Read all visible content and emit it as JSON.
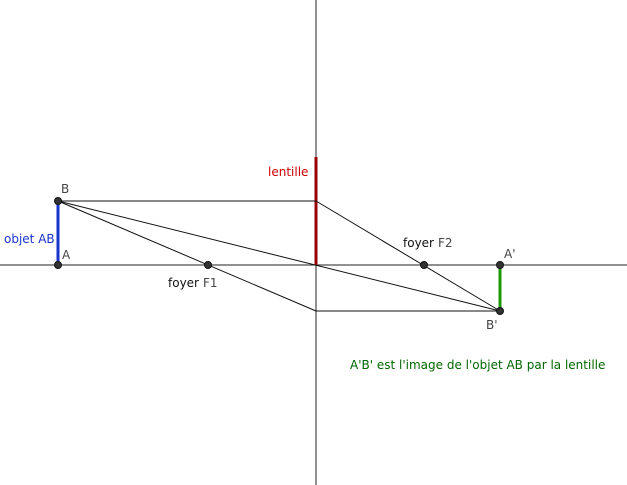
{
  "labels": {
    "lens": "lentille",
    "object": "objet AB",
    "point_A": "A",
    "point_B": "B",
    "point_A_prime": "A'",
    "point_B_prime": "B'",
    "foyer1_word": "foyer",
    "foyer1_name": "F1",
    "foyer2_word": "foyer",
    "foyer2_name": "F2",
    "caption": "A'B' est l'image de l'objet AB par la lentille"
  },
  "colors": {
    "lens": "#990000",
    "lens_text": "#cc0000",
    "object": "#1a33cc",
    "object_text": "#1a33cc",
    "image": "#1a9900",
    "caption": "#006600",
    "lines": "#111111",
    "points": "#333333"
  }
}
